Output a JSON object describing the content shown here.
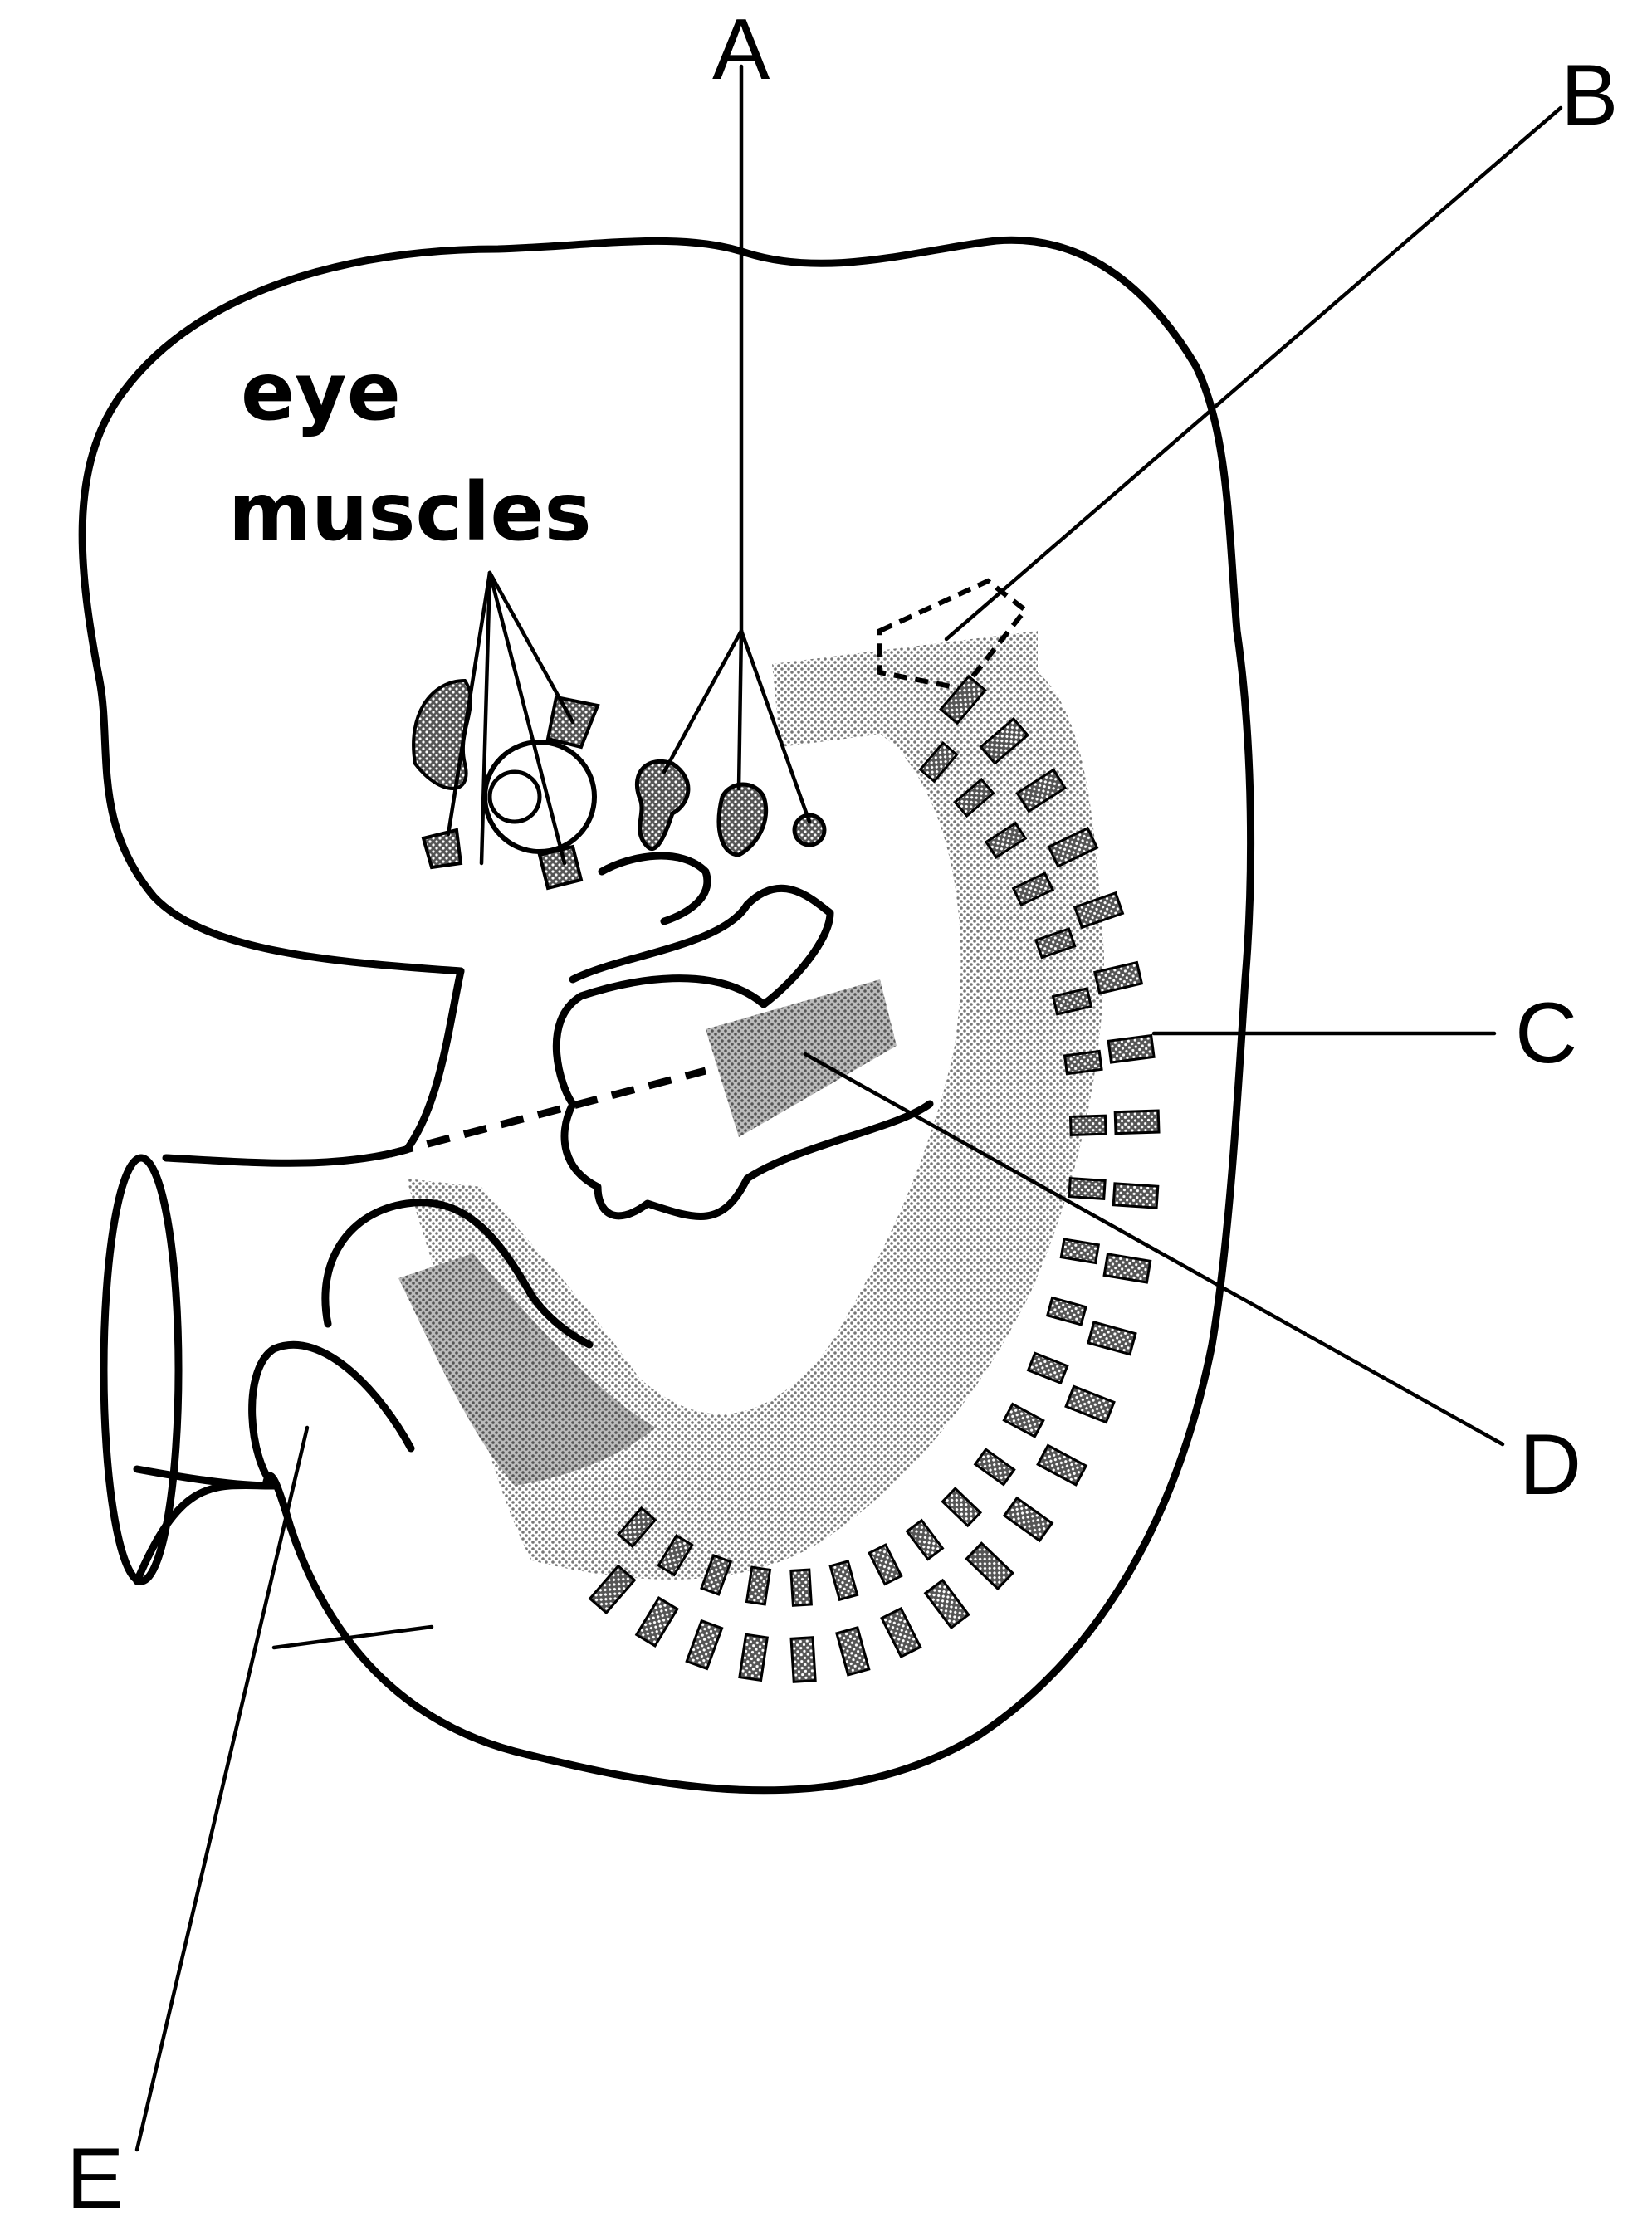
{
  "caption": {
    "line1": "eye",
    "line2": "muscles"
  },
  "labels": {
    "a": "A",
    "b": "B",
    "c": "C",
    "d": "D",
    "e": "E"
  },
  "colors": {
    "ink": "#000000",
    "paper": "#ffffff",
    "stipple_dark": "#333333",
    "stipple_light": "#9a9a9a"
  }
}
